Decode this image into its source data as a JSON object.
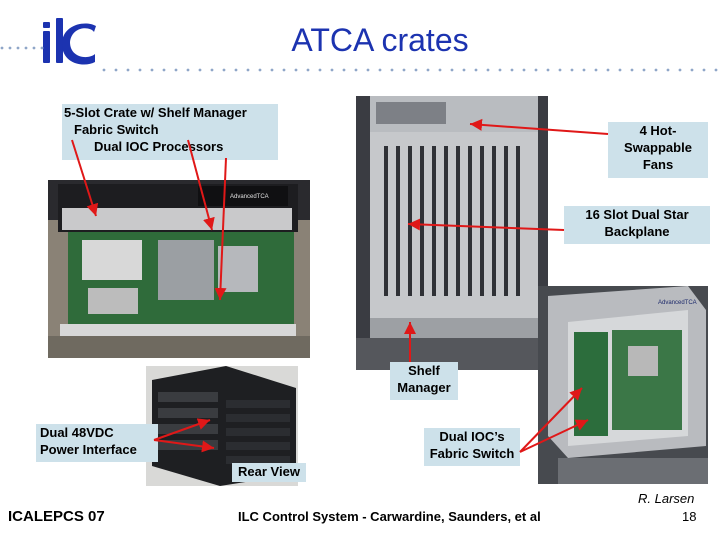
{
  "slide": {
    "title": "ATCA crates",
    "logo_text": "ilc"
  },
  "callouts": {
    "five_slot": [
      "5-Slot Crate w/ Shelf Manager",
      "Fabric Switch",
      "Dual IOC Processors"
    ],
    "fans": [
      "4 Hot-",
      "Swappable",
      "Fans"
    ],
    "backplane": [
      "16 Slot Dual Star",
      "Backplane"
    ],
    "shelf_manager": [
      "Shelf",
      "Manager"
    ],
    "power_interface": [
      "Dual 48VDC",
      "Power Interface"
    ],
    "fabric_switch": [
      "Dual IOC’s",
      "Fabric Switch"
    ],
    "rear_view": "Rear View"
  },
  "footer": {
    "conference": "ICALEPCS 07",
    "center": "ILC Control System - Carwardine, Saunders, et al",
    "author": "R. Larsen",
    "page": "18"
  },
  "photo_labels": {
    "advanced_tca": "AdvancedTCA"
  },
  "colors": {
    "title": "#1c33b0",
    "logo": "#1c33b0",
    "dots": "#8fa6c8",
    "callout_bg": "#cde1ea",
    "arrow": "#e01818"
  }
}
